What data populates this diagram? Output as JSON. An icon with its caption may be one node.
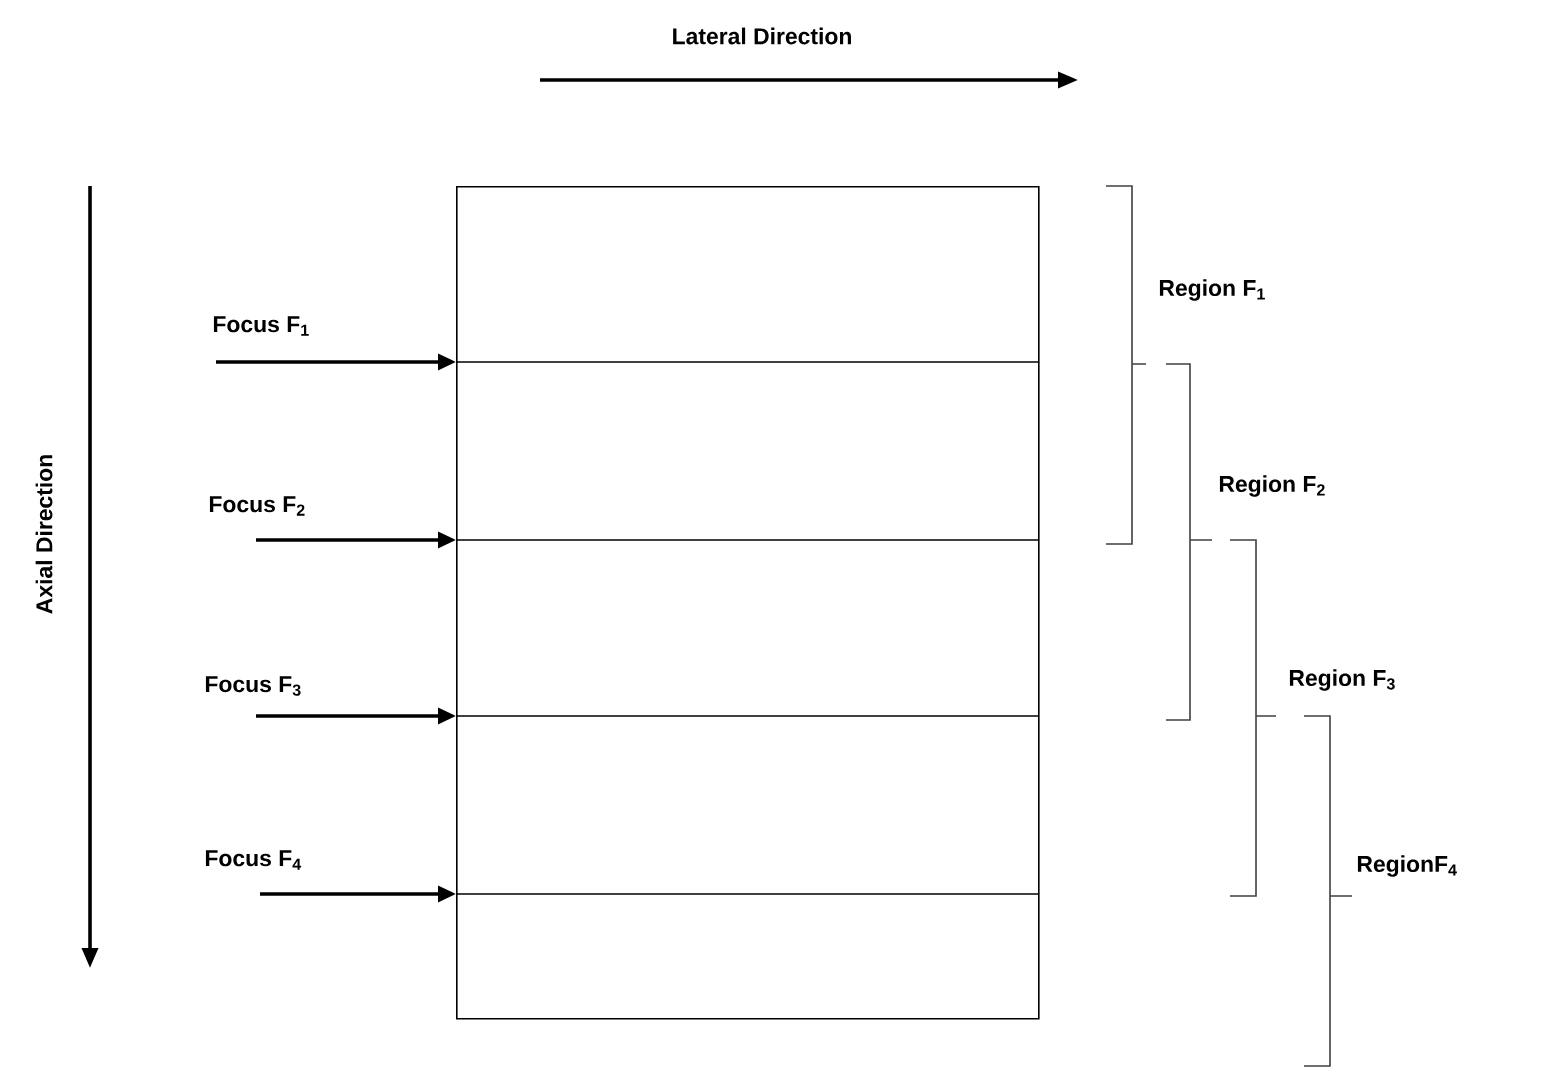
{
  "diagram": {
    "nodes": [
      {
        "text": [],
        "shape": "box"
      },
      {
        "text": [
          "Focus F$_{1}$"
        ]
      },
      {
        "text": [
          "Focus F$_{2}$"
        ]
      },
      {
        "text": [
          "Focus F$_{3}$"
        ]
      },
      {
        "text": [
          "Focus F$_{4}$"
        ]
      }
    ],
    "edges": [
      {
        "from": 1,
        "to": 0,
        "arrow": "to"
      },
      {
        "from": 2,
        "to": 0,
        "arrow": "to"
      },
      {
        "from": 3,
        "to": 0,
        "arrow": "to"
      },
      {
        "from": 4,
        "to": 0,
        "arrow": "to"
      }
    ],
    "labels": [
      "Lateral Direction",
      "Axial Direction",
      "Region F$_{1}$",
      "Region F$_{2}$",
      "Region F$_{3}$",
      "RegionF$_{4}$"
    ]
  }
}
